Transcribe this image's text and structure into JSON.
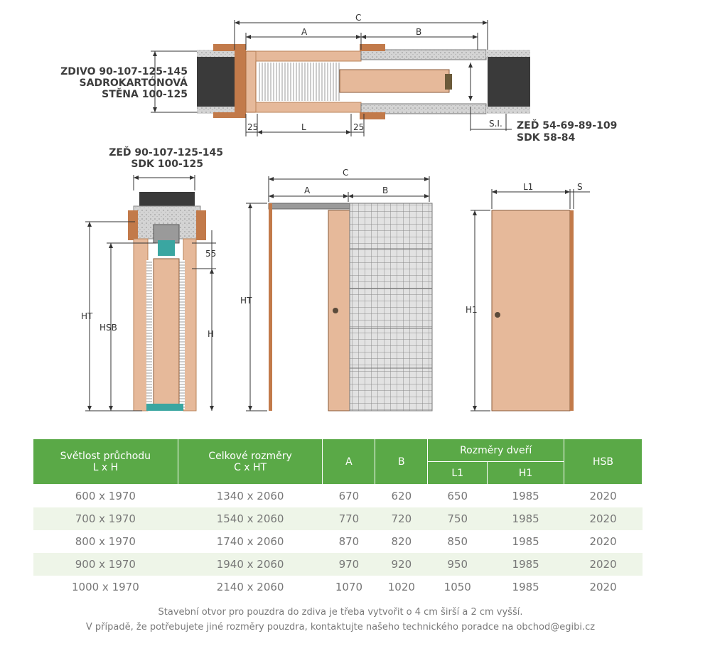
{
  "top_view": {
    "label_zdivo": "ZDIVO 90-107-125-145",
    "label_sdk_line1": "SADROKARTÓNOVÁ",
    "label_sdk_line2": "STĚNA 100-125",
    "label_zed_right": "ZEĎ 54-69-89-109",
    "label_sdk_right": "SDK 58-84",
    "dim_c": "C",
    "dim_a": "A",
    "dim_b": "B",
    "dim_25_left": "25",
    "dim_l": "L",
    "dim_25_right": "25",
    "dim_si": "S.I."
  },
  "side_view": {
    "label_zed_line1": "ZEĎ 90-107-125-145",
    "label_zed_line2": "SDK 100-125",
    "dim_ht": "HT",
    "dim_hsb": "HSB",
    "dim_55": "55",
    "dim_h": "H"
  },
  "front_view": {
    "dim_c": "C",
    "dim_a": "A",
    "dim_b": "B",
    "dim_ht": "HT"
  },
  "door_view": {
    "dim_l1": "L1",
    "dim_s": "S",
    "dim_h1": "H1"
  },
  "colors": {
    "wood": "#e6b99a",
    "frame": "#c27a4a",
    "concrete": "#d7d7d7",
    "wall_dark": "#3a3a3a",
    "table_header": "#5aa947",
    "row_alt": "#eef5e8"
  },
  "table": {
    "headers": {
      "col1_line1": "Světlost průchodu",
      "col1_line2": "L x H",
      "col2_line1": "Celkové rozměry",
      "col2_line2": "C x HT",
      "col3": "A",
      "col4": "B",
      "group": "Rozměry dveří",
      "col5": "L1",
      "col6": "H1",
      "col7": "HSB"
    },
    "rows": [
      [
        "600 x 1970",
        "1340 x 2060",
        "670",
        "620",
        "650",
        "1985",
        "2020"
      ],
      [
        "700 x 1970",
        "1540 x 2060",
        "770",
        "720",
        "750",
        "1985",
        "2020"
      ],
      [
        "800 x 1970",
        "1740 x 2060",
        "870",
        "820",
        "850",
        "1985",
        "2020"
      ],
      [
        "900 x 1970",
        "1940 x 2060",
        "970",
        "920",
        "950",
        "1985",
        "2020"
      ],
      [
        "1000 x 1970",
        "2140 x 2060",
        "1070",
        "1020",
        "1050",
        "1985",
        "2020"
      ]
    ]
  },
  "footer": {
    "line1": "Stavební otvor pro pouzdra do zdiva je třeba vytvořit o 4 cm širší a 2 cm vyšší.",
    "line2": "V případě, že potřebujete jiné rozměry pouzdra, kontaktujte našeho technického poradce na obchod@egibi.cz"
  }
}
